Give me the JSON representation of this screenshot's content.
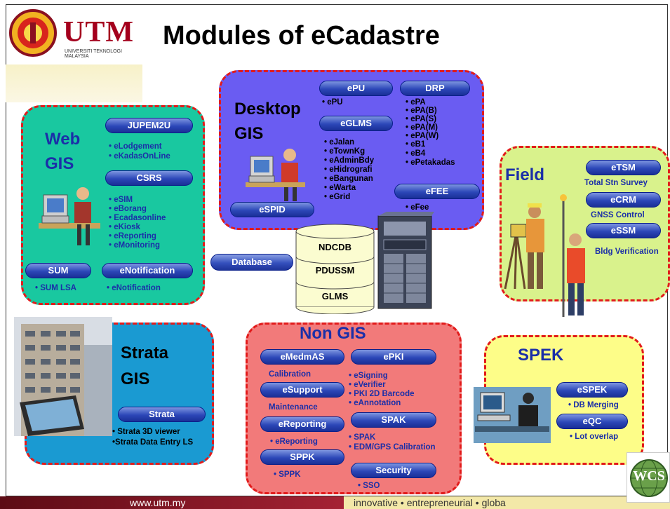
{
  "header": {
    "logo_text": "UTM",
    "logo_subtitle": "UNIVERSITI TEKNOLOGI MALAYSIA",
    "title": "Modules of eCadastre"
  },
  "web_gis": {
    "title_line1": "Web",
    "title_line2": "GIS",
    "jupem2u": "JUPEM2U",
    "jupem2u_items": [
      "• eLodgement",
      "• eKadasOnLine"
    ],
    "csrs": "CSRS",
    "csrs_items": [
      "• eSIM",
      "• eBorang",
      "• Ecadasonline",
      "• eKiosk",
      "• eReporting",
      "• eMonitoring"
    ],
    "sum": "SUM",
    "sum_item": "• SUM LSA",
    "enotification": "eNotification",
    "enotification_item": "• eNotification"
  },
  "desktop_gis": {
    "title_line1": "Desktop",
    "title_line2": "GIS",
    "epu": "ePU",
    "epu_item": "• ePU",
    "drp": "DRP",
    "drp_items": [
      "• ePA",
      "• ePA(B)",
      "• ePA(S)",
      "• ePA(M)",
      "• ePA(W)",
      "• eB1",
      "• eB4",
      "• ePetakadas"
    ],
    "eglms": "eGLMS",
    "eglms_items": [
      "• eJalan",
      "• eTownKg",
      "• eAdminBdy",
      "• eHidrografi",
      "• eBangunan",
      "• eWarta",
      "• eGrid"
    ],
    "efee": "eFEE",
    "efee_item": "• eFee",
    "espid": "eSPID"
  },
  "field": {
    "title": "Field",
    "etsm": "eTSM",
    "etsm_caption": "Total Stn Survey",
    "ecrm": "eCRM",
    "ecrm_caption": "GNSS Control",
    "essm": "eSSM",
    "essm_caption": "Bldg Verification"
  },
  "database": {
    "label": "Database",
    "layers": [
      "NDCDB",
      "PDUSSM",
      "GLMS"
    ]
  },
  "strata_gis": {
    "title_line1": "Strata",
    "title_line2": "GIS",
    "strata": "Strata",
    "items": [
      "• Strata 3D viewer",
      "•Strata Data Entry LS"
    ]
  },
  "non_gis": {
    "title": "Non GIS",
    "emedmas": "eMedmAS",
    "emedmas_caption": "Calibration",
    "epki": "ePKI",
    "epki_items": [
      "• eSigning",
      "• eVerifier",
      "• PKI 2D Barcode",
      "• eAnnotation"
    ],
    "esupport": "eSupport",
    "esupport_caption": "Maintenance",
    "ereporting": "eReporting",
    "ereporting_item": "• eReporting",
    "spak": "SPAK",
    "spak_items": [
      "• SPAK",
      "• EDM/GPS Calibration"
    ],
    "sppk": "SPPK",
    "sppk_item": "• SPPK",
    "security": "Security",
    "security_item": "• SSO"
  },
  "spek": {
    "title": "SPEK",
    "espek": "eSPEK",
    "espek_item": "• DB Merging",
    "eqc": "eQC",
    "eqc_item": "• Lot overlap"
  },
  "footer": {
    "left": "www.utm.my",
    "right": "innovative • entrepreneurial • globa",
    "badge": "WCS"
  },
  "colors": {
    "web_gis_bg": "#19c8a0",
    "desktop_gis_bg": "#6a5cf2",
    "field_bg": "#d9f28c",
    "strata_bg": "#1a9ad2",
    "non_gis_bg": "#f27a7a",
    "spek_bg": "#fdfd88",
    "border_dashed": "#e21b1b",
    "pill_blue": "#2c47b8"
  }
}
